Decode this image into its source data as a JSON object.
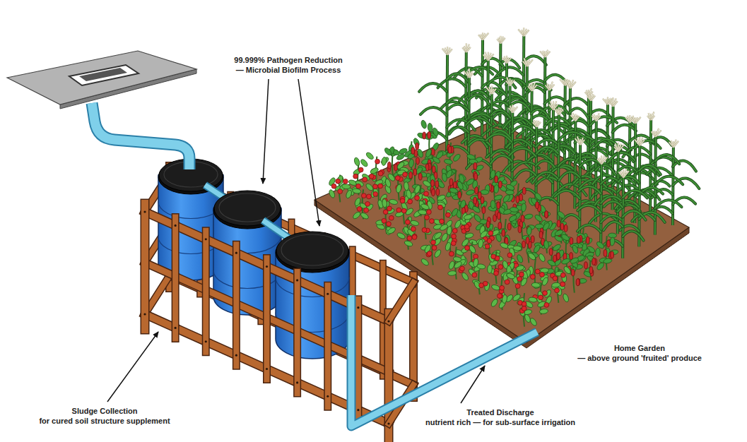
{
  "diagram": {
    "labels": [
      "99.999% Pathogen Reduction",
      "— Microbial Biofilm Process",
      "Sludge Collection",
      "for cured soil structure supplement",
      "Treated Discharge",
      "nutrient rich — for sub-surface irrigation",
      "Home Garden",
      "— above ground 'fruited' produce"
    ]
  }
}
